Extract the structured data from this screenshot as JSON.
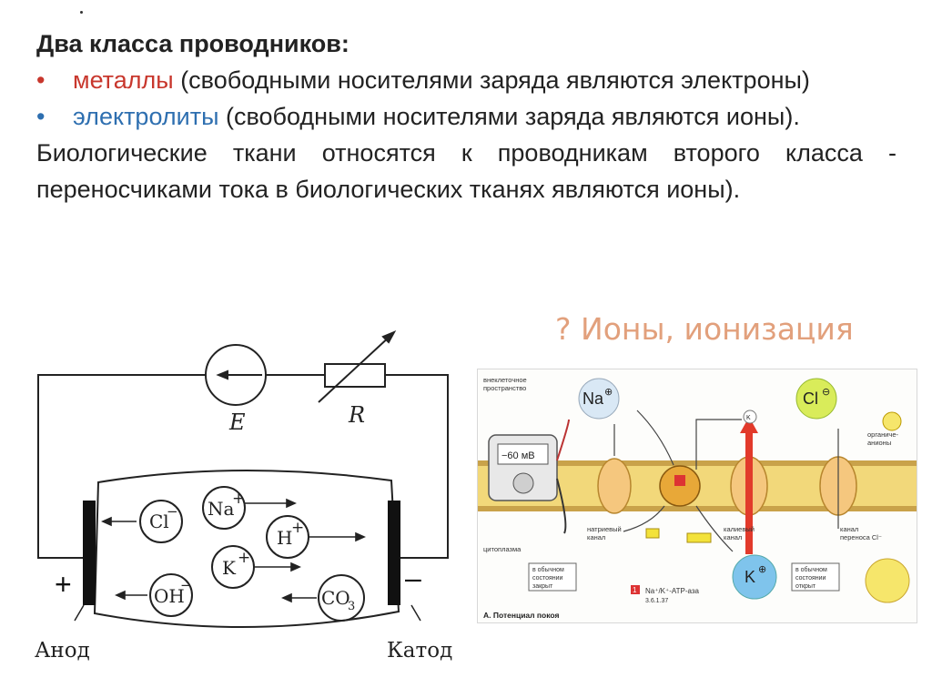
{
  "slide": {
    "heading": "Два класса проводников:",
    "items": [
      {
        "bullet": "•",
        "term": "металлы",
        "rest": " (свободными носителями заряда являются электроны)",
        "term_color": "#c8372d"
      },
      {
        "bullet": "•",
        "term": "электролиты",
        "rest": " (свободными носителями заряда являются ионы).",
        "term_color": "#2e6fb0"
      }
    ],
    "paragraph": "Биологические ткани относятся к проводникам второго класса - переносчиками тока в биологических тканях являются ионы).",
    "ions_link": "? Ионы, ионизация"
  },
  "circuit": {
    "source_label": "E",
    "resistor_label": "R",
    "anode_sign": "+",
    "cathode_sign": "–",
    "anode_label": "Анод",
    "cathode_label": "Катод",
    "ions": {
      "cl": "Cl",
      "cl_charge": "−",
      "na": "Na",
      "na_charge": "+",
      "h": "H",
      "h_charge": "+",
      "k": "K",
      "k_charge": "+",
      "oh": "OH",
      "oh_charge": "−",
      "co3": "CO",
      "co3_sub": "3"
    }
  },
  "membrane": {
    "extracellular_label_1": "внеклеточное",
    "extracellular_label_2": "пространство",
    "voltmeter_value": "−60 мВ",
    "na_ion": "Na",
    "na_charge": "⊕",
    "cl_ion": "Cl",
    "cl_charge": "⊖",
    "k_ion": "K",
    "k_charge": "⊕",
    "k_small": "K",
    "organic_anions_1": "органиче-",
    "organic_anions_2": "анионы",
    "na_channel_1": "натриевый",
    "na_channel_2": "канал",
    "k_channel_1": "калиевый",
    "k_channel_2": "канал",
    "cl_channel_1": "канал",
    "cl_channel_2": "переноса Cl⁻",
    "cytoplasm": "цитоплазма",
    "closed_note_1": "в обычном",
    "closed_note_2": "состоянии",
    "closed_note_3": "закрыт",
    "open_note_3": "открыт",
    "pump_label": "Na⁺/K⁺-ATP-аза",
    "pump_code": "3.6.1.37",
    "pump_mark": "1",
    "caption": "А. Потенциал покоя",
    "colors": {
      "lipid": "#f2d87a",
      "head": "#c9a24a",
      "na": "#d9e8f5",
      "k": "#7fc4ec",
      "cl": "#d9ec5a"
    }
  }
}
